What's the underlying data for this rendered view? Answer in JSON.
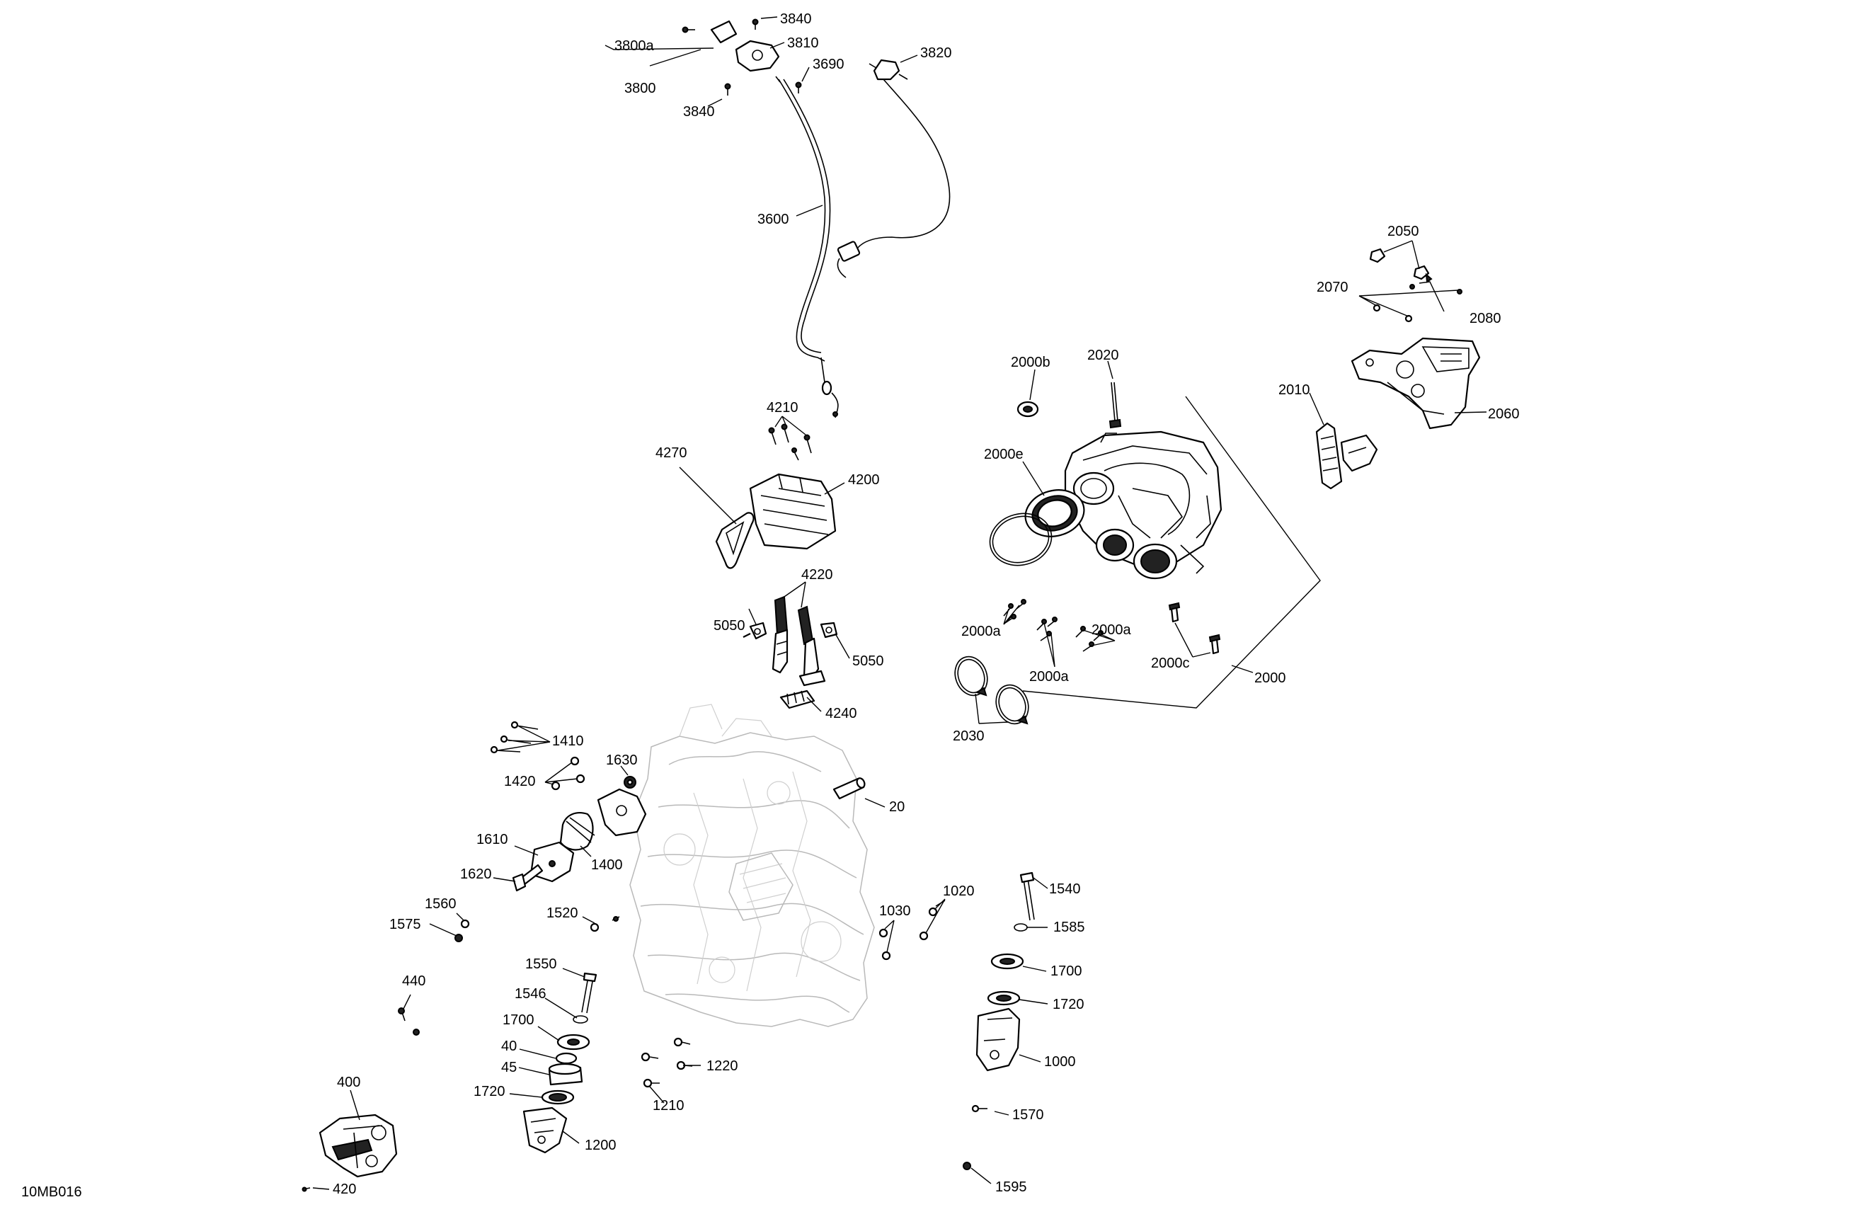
{
  "drawing_code": "10MB016",
  "callouts": [
    {
      "id": "c3840a",
      "text": "3840"
    },
    {
      "id": "c3800a",
      "text": "3800a"
    },
    {
      "id": "c3810",
      "text": "3810"
    },
    {
      "id": "c3800",
      "text": "3800"
    },
    {
      "id": "c3690",
      "text": "3690"
    },
    {
      "id": "c3840b",
      "text": "3840"
    },
    {
      "id": "c3820",
      "text": "3820"
    },
    {
      "id": "c3600",
      "text": "3600"
    },
    {
      "id": "c2050",
      "text": "2050"
    },
    {
      "id": "c2070",
      "text": "2070"
    },
    {
      "id": "c2080",
      "text": "2080"
    },
    {
      "id": "c2000b",
      "text": "2000b"
    },
    {
      "id": "c2020",
      "text": "2020"
    },
    {
      "id": "c2010",
      "text": "2010"
    },
    {
      "id": "c2060",
      "text": "2060"
    },
    {
      "id": "c4210",
      "text": "4210"
    },
    {
      "id": "c2000e",
      "text": "2000e"
    },
    {
      "id": "c4270",
      "text": "4270"
    },
    {
      "id": "c4200",
      "text": "4200"
    },
    {
      "id": "c4220",
      "text": "4220"
    },
    {
      "id": "c5050a",
      "text": "5050"
    },
    {
      "id": "c2000a1",
      "text": "2000a"
    },
    {
      "id": "c2000a2",
      "text": "2000a"
    },
    {
      "id": "c5050b",
      "text": "5050"
    },
    {
      "id": "c2000c",
      "text": "2000c"
    },
    {
      "id": "c2000a3",
      "text": "2000a"
    },
    {
      "id": "c2000",
      "text": "2000"
    },
    {
      "id": "c4240",
      "text": "4240"
    },
    {
      "id": "c2030",
      "text": "2030"
    },
    {
      "id": "c1410",
      "text": "1410"
    },
    {
      "id": "c1630",
      "text": "1630"
    },
    {
      "id": "c1420",
      "text": "1420"
    },
    {
      "id": "c20",
      "text": "20"
    },
    {
      "id": "c1610",
      "text": "1610"
    },
    {
      "id": "c1400",
      "text": "1400"
    },
    {
      "id": "c1620",
      "text": "1620"
    },
    {
      "id": "c1020",
      "text": "1020"
    },
    {
      "id": "c1540",
      "text": "1540"
    },
    {
      "id": "c1560",
      "text": "1560"
    },
    {
      "id": "c1030",
      "text": "1030"
    },
    {
      "id": "c1520",
      "text": "1520"
    },
    {
      "id": "c1575",
      "text": "1575"
    },
    {
      "id": "c1585",
      "text": "1585"
    },
    {
      "id": "c1700b",
      "text": "1700"
    },
    {
      "id": "c1550",
      "text": "1550"
    },
    {
      "id": "c440",
      "text": "440"
    },
    {
      "id": "c1546",
      "text": "1546"
    },
    {
      "id": "c1720b",
      "text": "1720"
    },
    {
      "id": "c1700a",
      "text": "1700"
    },
    {
      "id": "c1000",
      "text": "1000"
    },
    {
      "id": "c40",
      "text": "40"
    },
    {
      "id": "c1220",
      "text": "1220"
    },
    {
      "id": "c45",
      "text": "45"
    },
    {
      "id": "c400",
      "text": "400"
    },
    {
      "id": "c1720a",
      "text": "1720"
    },
    {
      "id": "c1210",
      "text": "1210"
    },
    {
      "id": "c1570",
      "text": "1570"
    },
    {
      "id": "c1200",
      "text": "1200"
    },
    {
      "id": "c420",
      "text": "420"
    },
    {
      "id": "c1595",
      "text": "1595"
    }
  ]
}
